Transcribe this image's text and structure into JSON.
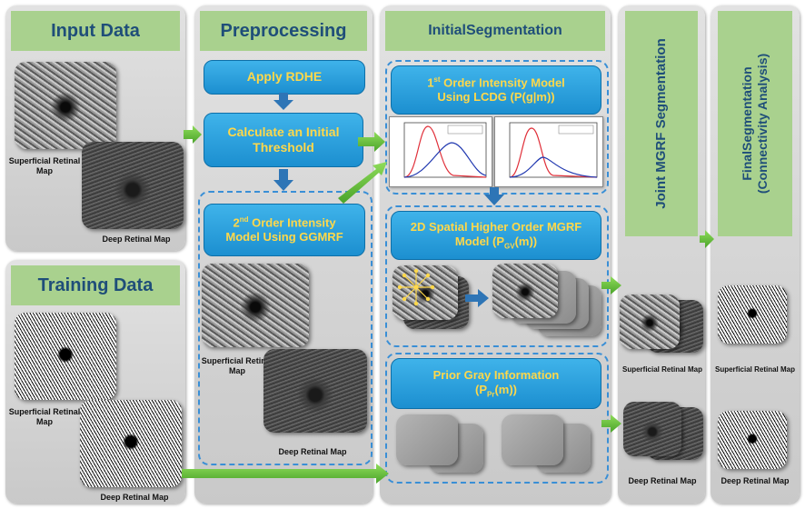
{
  "colors": {
    "header_bg": "#a9d18e",
    "header_text": "#1f4e79",
    "box_bg": "#2aa0e0",
    "box_text": "#ffd84a",
    "arrow_green": "#6abf3a",
    "arrow_blue": "#2e75b6",
    "dashed": "#3a8fd6"
  },
  "input": {
    "title": "Input Data",
    "sup_label": "Superficial Retinal Map",
    "deep_label": "Deep Retinal Map"
  },
  "training": {
    "title": "Training Data",
    "sup_label": "Superficial Retinal Map",
    "deep_label": "Deep Retinal Map"
  },
  "preprocessing": {
    "title": "Preprocessing",
    "step1": "Apply RDHE",
    "step2": "Calculate an Initial Threshold",
    "step3_pre": "2",
    "step3_sup": "nd",
    "step3_line1": " Order Intensity",
    "step3_line2": "Model Using GGMRF",
    "sup_label": "Superficial Retinal Map",
    "deep_label": "Deep Retinal Map"
  },
  "initial": {
    "title": "InitialSegmentation",
    "model1_pre": "1",
    "model1_sup": "st",
    "model1_line1": " Order Intensity Model",
    "model1_line2": "Using LCDG (P(g|m))",
    "model2_line1": "2D Spatial Higher Order MGRF",
    "model2_pre": "Model (P",
    "model2_sub": "GV",
    "model2_post": "(m))",
    "prior_line1": "Prior Gray Information",
    "prior_pre": "(P",
    "prior_sub": "Pr",
    "prior_post": "(m))"
  },
  "joint": {
    "title": "Joint MGRF Segmentation",
    "sup_label": "Superficial Retinal Map",
    "deep_label": "Deep Retinal Map"
  },
  "final": {
    "title_line1": "FinalSegmentation",
    "title_line2": "(Connectivity Analysis)",
    "sup_label": "Superficial Retinal Map",
    "deep_label": "Deep Retinal Map"
  }
}
